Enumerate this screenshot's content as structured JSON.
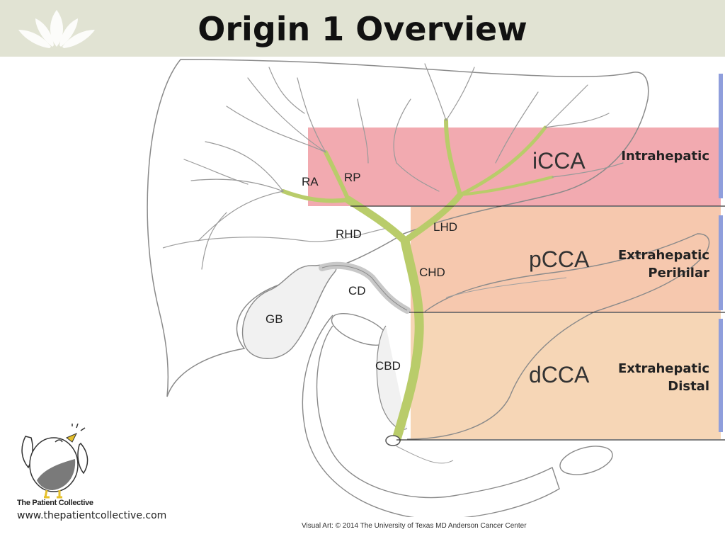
{
  "header": {
    "title": "Origin 1 Overview"
  },
  "diagram": {
    "labels": {
      "ra": "RA",
      "rp": "RP",
      "rhd": "RHD",
      "lhd": "LHD",
      "chd": "CHD",
      "cd": "CD",
      "gb": "GB",
      "cbd": "CBD"
    },
    "zones": [
      {
        "code": "iCCA",
        "label_line1": "Intrahepatic",
        "label_line2": "",
        "color": "#f2aab0"
      },
      {
        "code": "pCCA",
        "label_line1": "Extrahepatic",
        "label_line2": "Perihilar",
        "color": "#f6c8ae"
      },
      {
        "code": "dCCA",
        "label_line1": "Extrahepatic",
        "label_line2": "Distal",
        "color": "#f6d6b6"
      }
    ],
    "duct_color": "#b9cc6a",
    "credit": "Visual Art: © 2014 The University of Texas MD Anderson Cancer Center"
  },
  "branding": {
    "name": "The Patient Collective",
    "website": "www.thepatientcollective.com"
  }
}
